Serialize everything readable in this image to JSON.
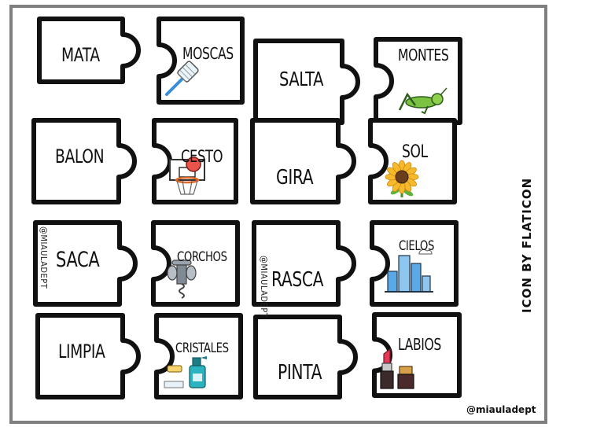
{
  "pairs": [
    {
      "verb": "MATA",
      "noun": "MOSCAS",
      "noun_icon": "fly-swatter-icon"
    },
    {
      "verb": "SALTA",
      "noun": "MONTES",
      "noun_icon": "grasshopper-icon"
    },
    {
      "verb": "BALON",
      "noun": "CESTO",
      "noun_icon": "basketball-hoop-icon"
    },
    {
      "verb": "GIRA",
      "noun": "SOL",
      "noun_icon": "sunflower-icon"
    },
    {
      "verb": "SACA",
      "noun": "CORCHOS",
      "noun_icon": "corkscrew-icon"
    },
    {
      "verb": "RASCA",
      "noun": "CIELOS",
      "noun_icon": "skyscrapers-icon"
    },
    {
      "verb": "LIMPIA",
      "noun": "CRISTALES",
      "noun_icon": "cleaning-spray-icon"
    },
    {
      "verb": "PINTA",
      "noun": "LABIOS",
      "noun_icon": "lipstick-icon"
    }
  ],
  "watermark": "@MIAULADEPT",
  "credit_vertical": "ICON BY FLATICON",
  "credit_bottom": "@miauladept",
  "colors": {
    "frame": "#7f7f7f",
    "piece_stroke": "#111111",
    "grass": "#7cc242",
    "ball": "#e8534a",
    "petal": "#f6b92b",
    "glass": "#5aa9e6",
    "spray": "#2bb3c0"
  }
}
